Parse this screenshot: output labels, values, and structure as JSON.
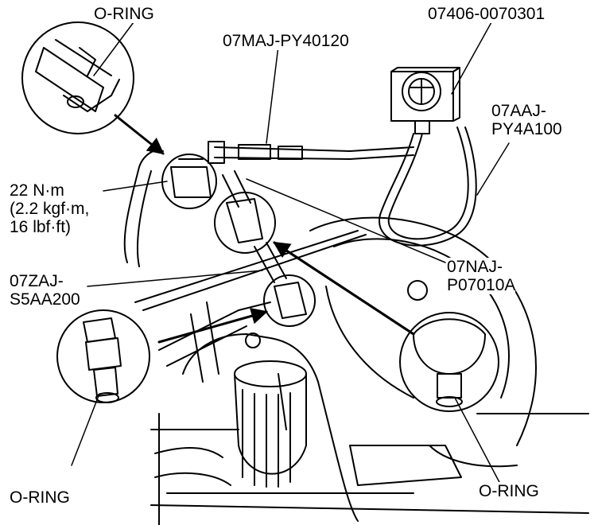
{
  "labels": {
    "oring_top": "O-RING",
    "part_gauge": "07406-0070301",
    "part_hose_adapter": "07MAJ-PY40120",
    "part_hose_line1": "07AAJ-",
    "part_hose_line2": "PY4A100",
    "torque_line1": "22 N·m",
    "torque_line2": "(2.2 kgf·m,",
    "torque_line3": "16 lbf·ft)",
    "part_adapter_line1": "07ZAJ-",
    "part_adapter_line2": "S5AA200",
    "part_fitting_line1": "07NAJ-",
    "part_fitting_line2": "P07010A",
    "oring_bottom_left": "O-RING",
    "oring_bottom_right": "O-RING"
  }
}
